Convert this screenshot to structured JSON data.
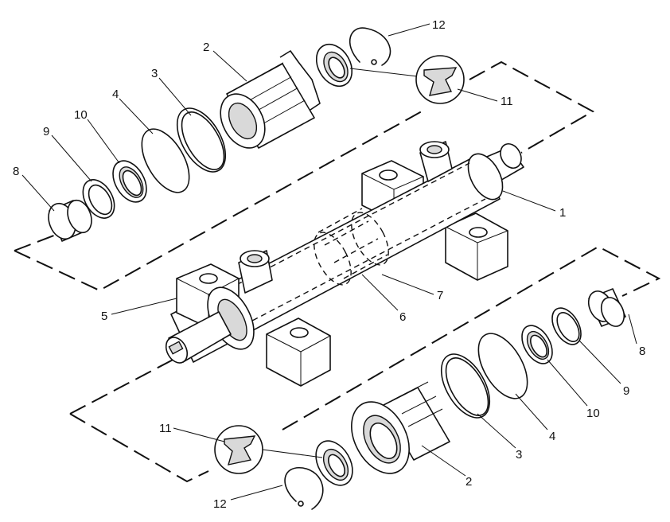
{
  "diagram": {
    "callouts": [
      {
        "id": "c-top-12",
        "text": "12"
      },
      {
        "id": "c-top-2",
        "text": "2"
      },
      {
        "id": "c-top-3",
        "text": "3"
      },
      {
        "id": "c-top-4",
        "text": "4"
      },
      {
        "id": "c-top-10",
        "text": "10"
      },
      {
        "id": "c-top-9",
        "text": "9"
      },
      {
        "id": "c-top-8",
        "text": "8"
      },
      {
        "id": "c-top-11",
        "text": "11"
      },
      {
        "id": "c-1",
        "text": "1"
      },
      {
        "id": "c-5",
        "text": "5"
      },
      {
        "id": "c-6",
        "text": "6"
      },
      {
        "id": "c-7",
        "text": "7"
      },
      {
        "id": "c-bot-8",
        "text": "8"
      },
      {
        "id": "c-bot-9",
        "text": "9"
      },
      {
        "id": "c-bot-10",
        "text": "10"
      },
      {
        "id": "c-bot-4",
        "text": "4"
      },
      {
        "id": "c-bot-3",
        "text": "3"
      },
      {
        "id": "c-bot-2",
        "text": "2"
      },
      {
        "id": "c-bot-11",
        "text": "11"
      },
      {
        "id": "c-bot-12",
        "text": "12"
      }
    ]
  }
}
